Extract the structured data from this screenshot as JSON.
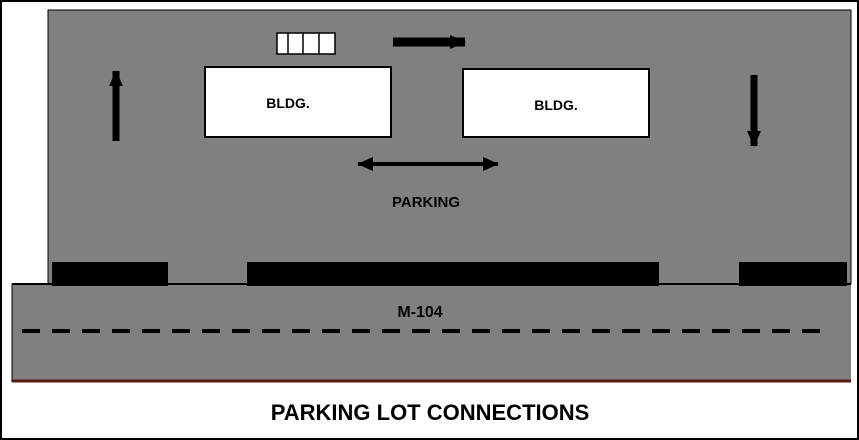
{
  "colors": {
    "background": "#ffffff",
    "frame": "#000000",
    "lot": "#808080",
    "road": "#808080",
    "curb": "#000000",
    "building": "#ffffff",
    "arrow": "#000000",
    "road_edge": "#5a1a1a"
  },
  "diagram": {
    "buildings": [
      {
        "label": "BLDG."
      },
      {
        "label": "BLDG."
      }
    ],
    "parking_label": "PARKING",
    "road_label": "M-104",
    "caption": "PARKING LOT CONNECTIONS"
  }
}
